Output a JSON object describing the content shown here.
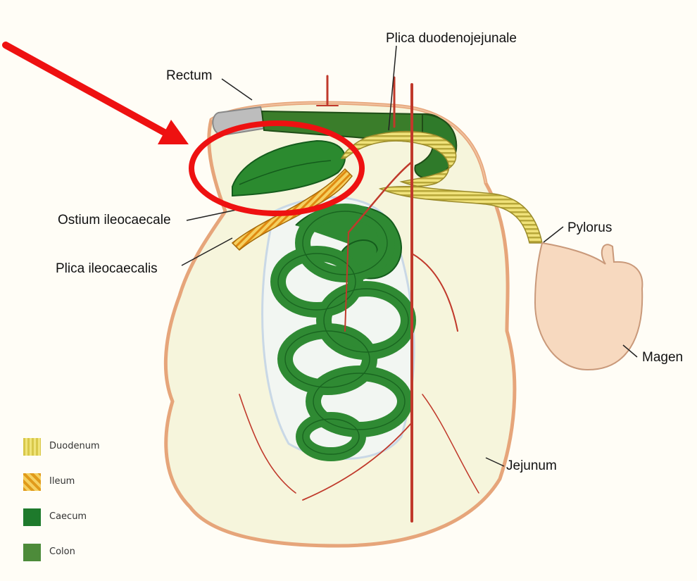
{
  "labels": {
    "plica_duodenojejunale": "Plica duodenojejunale",
    "rectum": "Rectum",
    "ostium_ileocaecale": "Ostium ileocaecale",
    "pylorus": "Pylorus",
    "plica_ileocaecalis": "Plica ileocaecalis",
    "magen": "Magen",
    "jejunum": "Jejunum"
  },
  "legend": [
    {
      "label": "Duodenum",
      "color": "#e6d65a"
    },
    {
      "label": "Ileum",
      "color": "#e9a52a"
    },
    {
      "label": "Caecum",
      "color": "#1e7a2c"
    },
    {
      "label": "Colon",
      "color": "#4d8b3a"
    }
  ],
  "colors": {
    "highlight": "#ee1111",
    "mesentery": "#f7f6dc",
    "border": "#e8a878",
    "vessel": "#c0392b",
    "intestine": "#2f8a33",
    "stomach": "#f7d9bf"
  }
}
